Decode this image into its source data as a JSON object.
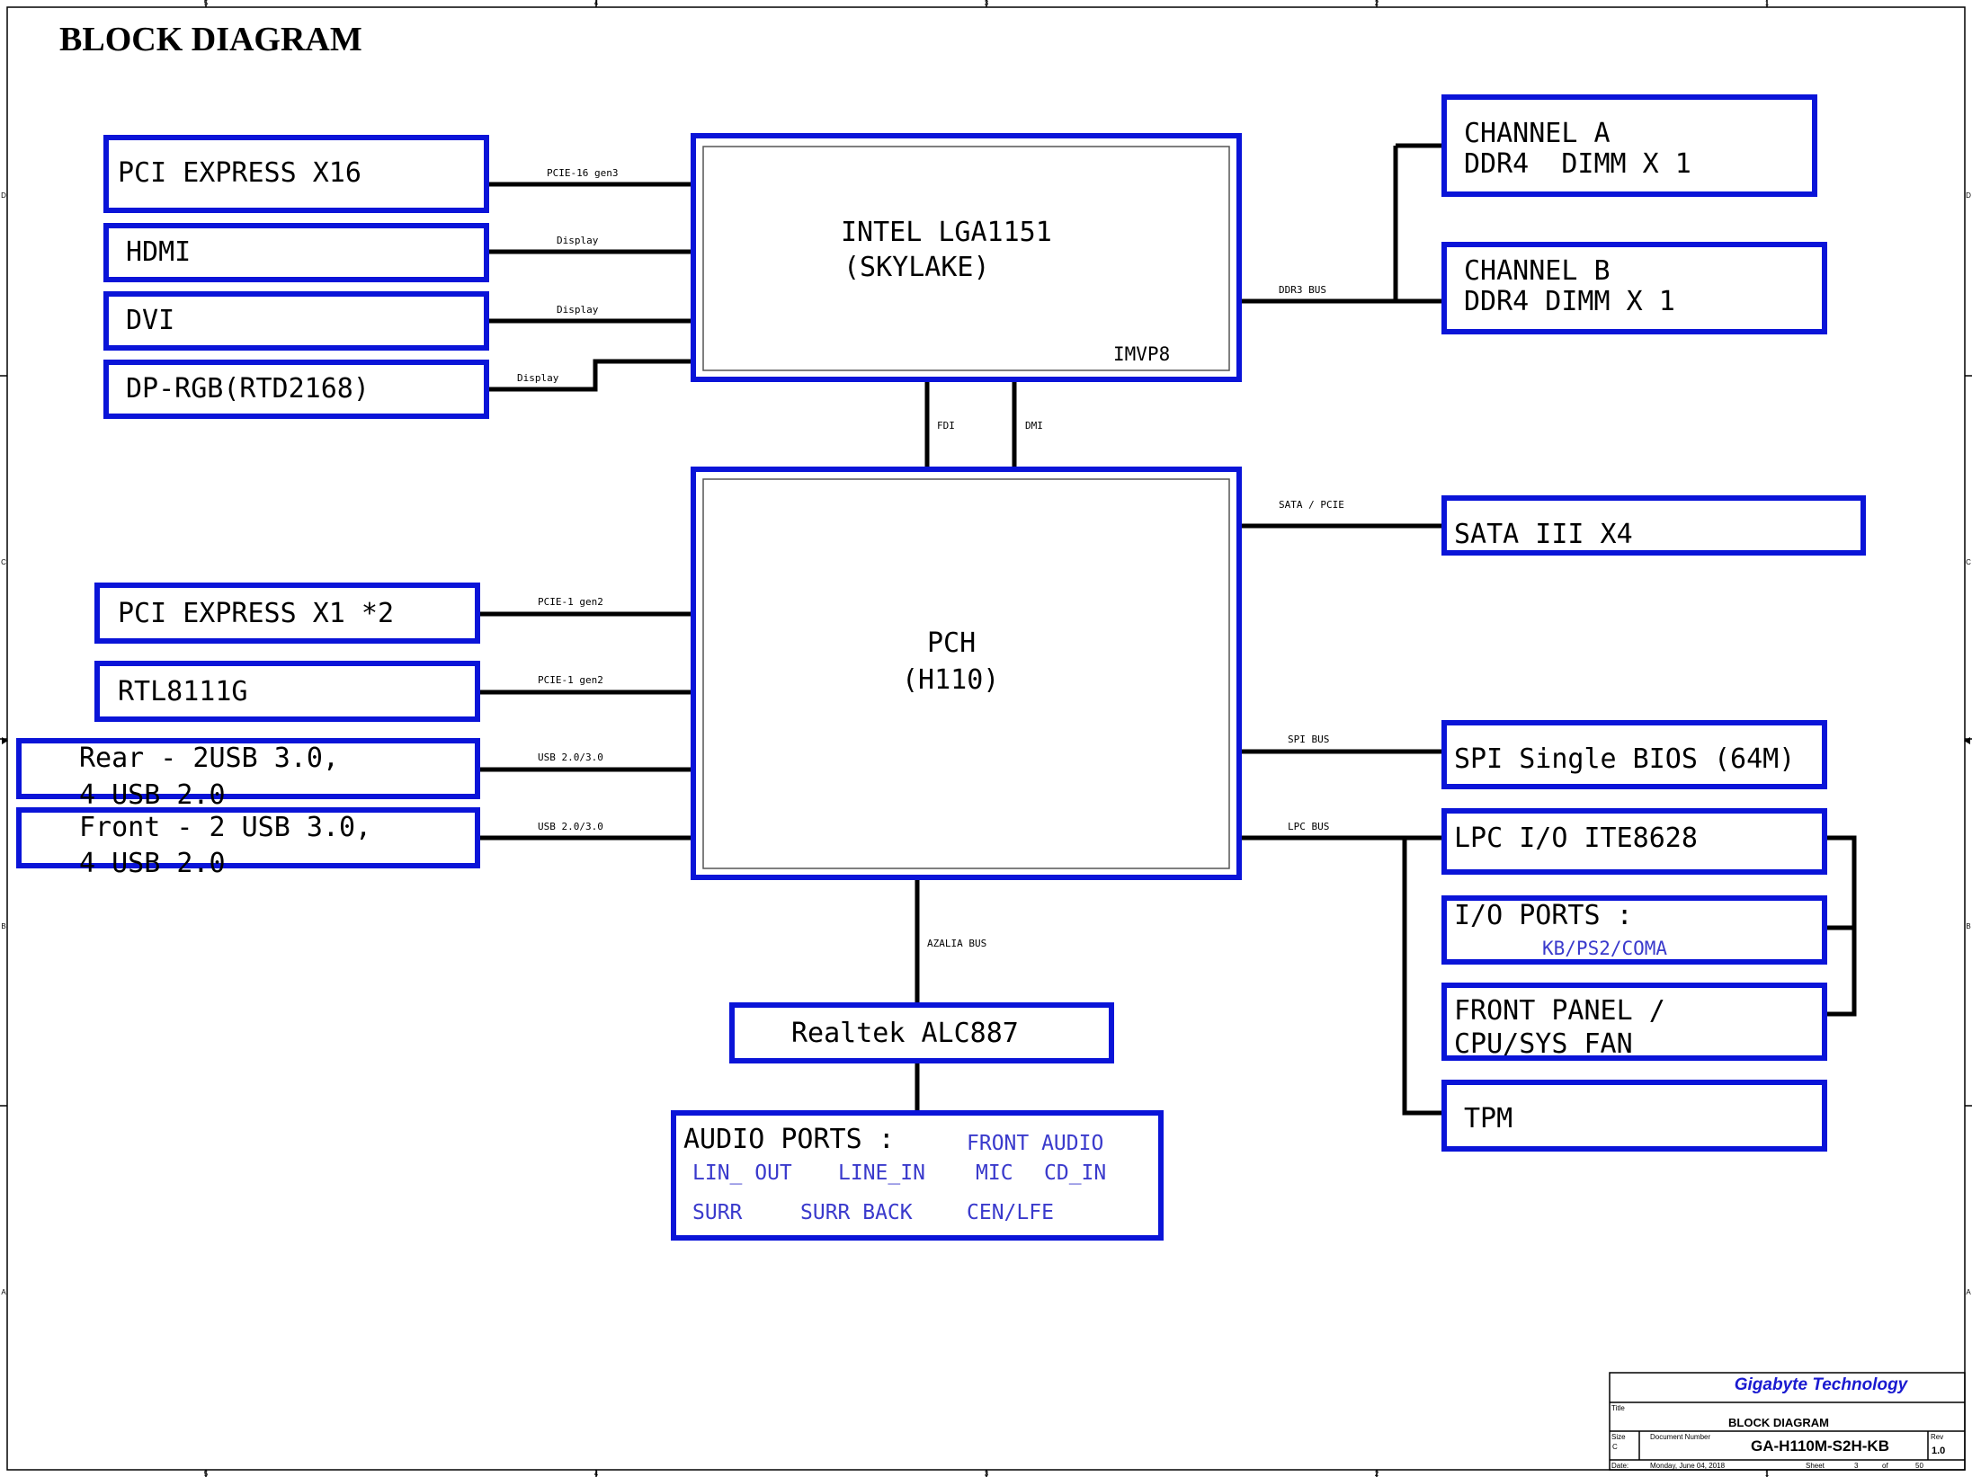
{
  "title": "BLOCK DIAGRAM",
  "colors": {
    "box": "#0a14d8",
    "line": "#000000",
    "subtext": "#3a3acc",
    "company": "#1a1ad0"
  },
  "cpu": {
    "line1": "INTEL LGA1151",
    "line2": "(SKYLAKE)",
    "tag": "IMVP8"
  },
  "pch": {
    "line1": "PCH",
    "line2": "(H110)"
  },
  "left_top": {
    "pcie16": "PCI EXPRESS X16",
    "hdmi": "HDMI",
    "dvi": "DVI",
    "dprgb": "DP-RGB(RTD2168)"
  },
  "left_bottom": {
    "pcie1": "PCI EXPRESS X1 *2",
    "rtl": "RTL8111G",
    "rear_1": "Rear - 2USB 3.0,",
    "rear_2": "4 USB 2.0",
    "front_1": "Front - 2 USB 3.0,",
    "front_2": "4 USB 2.0"
  },
  "right": {
    "cha_1": "CHANNEL A",
    "cha_2": "DDR4  DIMM X 1",
    "chb_1": "CHANNEL B",
    "chb_2": "DDR4 DIMM X 1",
    "sata": "SATA III X4",
    "spi": "SPI Single BIOS (64M)",
    "lpc": "LPC I/O ITE8628",
    "io_1": "I/O PORTS :",
    "io_2": "KB/PS2/COMA",
    "fp_1": "FRONT PANEL /",
    "fp_2": "CPU/SYS FAN",
    "tpm": "TPM"
  },
  "audio": {
    "codec": "Realtek ALC887",
    "ports_label": "AUDIO PORTS :",
    "front_audio": "FRONT AUDIO",
    "lin_out": "LIN_ OUT",
    "line_in": "LINE_IN",
    "mic": "MIC",
    "cd_in": "CD_IN",
    "surr": "SURR",
    "surr_back": "SURR BACK",
    "cen_lfe": "CEN/LFE"
  },
  "bus_labels": {
    "pcie16": "PCIE-16 gen3",
    "disp1": "Display",
    "disp2": "Display",
    "disp3": "Display",
    "ddr": "DDR3 BUS",
    "fdi": "FDI",
    "dmi": "DMI",
    "sata": "SATA / PCIE",
    "pcie1a": "PCIE-1 gen2",
    "pcie1b": "PCIE-1 gen2",
    "usb1": "USB 2.0/3.0",
    "usb2": "USB 2.0/3.0",
    "spi": "SPI BUS",
    "lpc": "LPC BUS",
    "azalia": "AZALIA BUS"
  },
  "border": {
    "top": [
      "5",
      "4",
      "3",
      "2",
      "1"
    ],
    "bottom": [
      "5",
      "4",
      "3",
      "2",
      "1"
    ],
    "left": [
      "D",
      "C",
      "B",
      "A"
    ],
    "right": [
      "D",
      "C",
      "B",
      "A"
    ]
  },
  "title_block": {
    "company": "Gigabyte Technology",
    "title_label": "Title",
    "title": "BLOCK DIAGRAM",
    "size_label": "Size",
    "size": "C",
    "docnum_label": "Document Number",
    "docnum": "GA-H110M-S2H-KB",
    "rev_label": "Rev",
    "rev": "1.0",
    "date_label": "Date:",
    "date": "Monday, June 04, 2018",
    "sheet_label": "Sheet",
    "sheet": "3",
    "of_label": "of",
    "total": "50"
  }
}
